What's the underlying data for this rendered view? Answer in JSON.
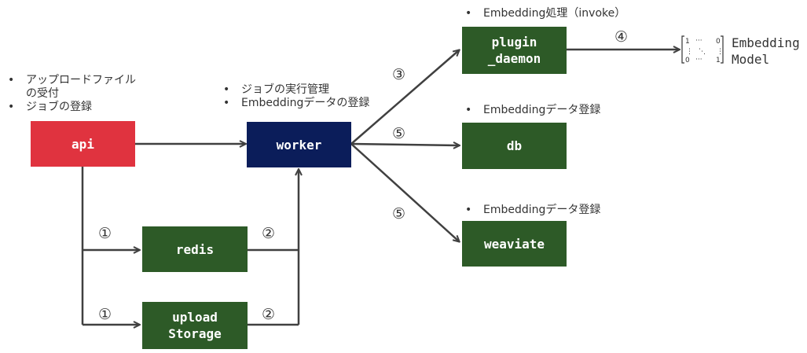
{
  "nodes": {
    "api": "api",
    "worker": "worker",
    "redis": "redis",
    "upload_storage": "upload\nStorage",
    "plugin_daemon": "plugin\n_daemon",
    "db": "db",
    "weaviate": "weaviate"
  },
  "notes": {
    "api": {
      "line1": "アップロードファイル",
      "line1_cont": "の受付",
      "line2": "ジョブの登録"
    },
    "worker": {
      "line1": "ジョブの実行管理",
      "line2": "Embeddingデータの登録"
    },
    "plugin_daemon": {
      "line1": "Embedding処理（invoke）"
    },
    "db": {
      "line1": "Embeddingデータ登録"
    },
    "weaviate": {
      "line1": "Embeddingデータ登録"
    },
    "bullet": "•"
  },
  "steps": {
    "api_redis": "①",
    "api_upload": "①",
    "redis_worker": "②",
    "upload_worker": "②",
    "worker_plugin": "③",
    "plugin_model": "④",
    "worker_db": "⑤",
    "worker_weaviate": "⑤"
  },
  "embedding_model": {
    "label_line1": "Embedding",
    "label_line2": "Model",
    "matrix_icon": "matrix-icon"
  },
  "colors": {
    "green": "#2d5a27",
    "navy": "#0b1d5a",
    "red": "#e0333f",
    "arrow": "#404040"
  }
}
